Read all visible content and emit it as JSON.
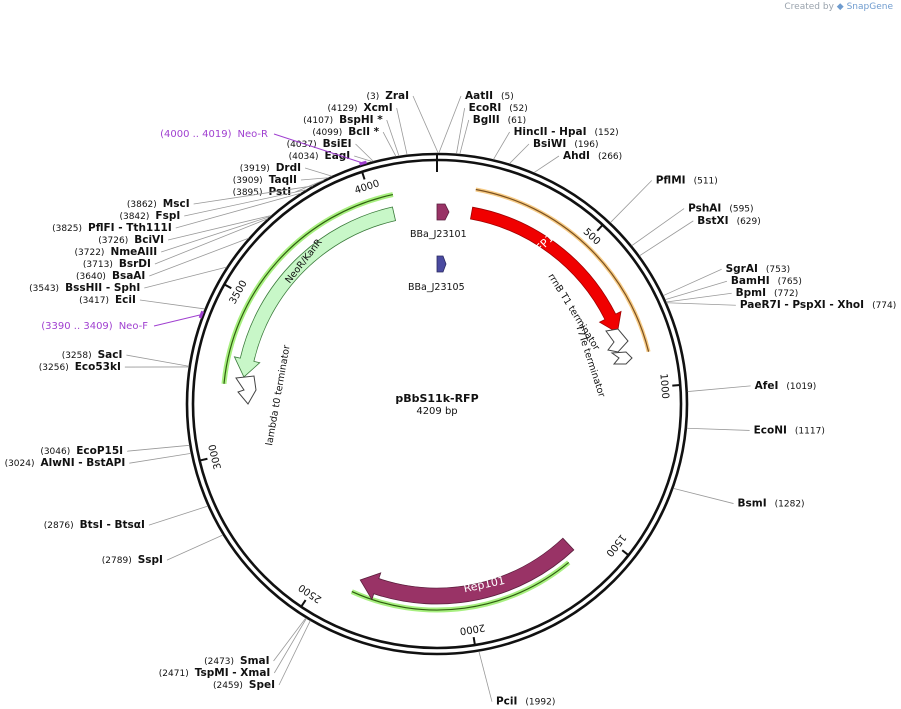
{
  "branding": {
    "created_by": "Created by",
    "app": "SnapGene"
  },
  "plasmid": {
    "name": "pBbS11k-RFP",
    "length_text": "4209 bp",
    "length_bp": 4209
  },
  "colors": {
    "mRFP1": "#f00000",
    "Rep101": "#993366",
    "NeoR": "#c8f7c8",
    "primer": "#a040d0",
    "BBa_J23101": "#993366",
    "BBa_J23105": "#4a4aa0",
    "orf_outline": "#f0a020"
  },
  "ticks": [
    {
      "bp": 500,
      "label": "500"
    },
    {
      "bp": 1000,
      "label": "1000"
    },
    {
      "bp": 1500,
      "label": "1500"
    },
    {
      "bp": 2000,
      "label": "2000"
    },
    {
      "bp": 2500,
      "label": "2500"
    },
    {
      "bp": 3000,
      "label": "3000"
    },
    {
      "bp": 3500,
      "label": "3500"
    },
    {
      "bp": 4000,
      "label": "4000"
    }
  ],
  "sites": [
    {
      "bp": 3,
      "text": "ZraI",
      "pos": "(3)",
      "side": "L"
    },
    {
      "bp": 5,
      "text": "AatII",
      "pos": "(5)",
      "side": "R"
    },
    {
      "bp": 52,
      "text": "EcoRI",
      "pos": "(52)",
      "side": "R"
    },
    {
      "bp": 61,
      "text": "BglII",
      "pos": "(61)",
      "side": "R"
    },
    {
      "bp": 152,
      "text": "HincII  - HpaI",
      "pos": "(152)",
      "side": "R"
    },
    {
      "bp": 196,
      "text": "BsiWI",
      "pos": "(196)",
      "side": "R"
    },
    {
      "bp": 266,
      "text": "AhdI",
      "pos": "(266)",
      "side": "R"
    },
    {
      "bp": 511,
      "text": "PflMI",
      "pos": "(511)",
      "side": "R"
    },
    {
      "bp": 595,
      "text": "PshAI",
      "pos": "(595)",
      "side": "R"
    },
    {
      "bp": 629,
      "text": "BstXI",
      "pos": "(629)",
      "side": "R"
    },
    {
      "bp": 753,
      "text": "SgrAI",
      "pos": "(753)",
      "side": "R"
    },
    {
      "bp": 765,
      "text": "BamHI",
      "pos": "(765)",
      "side": "R"
    },
    {
      "bp": 772,
      "text": "BpmI",
      "pos": "(772)",
      "side": "R"
    },
    {
      "bp": 774,
      "text": "PaeR7I  - PspXI  - XhoI",
      "pos": "(774)",
      "side": "R"
    },
    {
      "bp": 1019,
      "text": "AfeI",
      "pos": "(1019)",
      "side": "R"
    },
    {
      "bp": 1117,
      "text": "EcoNI",
      "pos": "(1117)",
      "side": "R"
    },
    {
      "bp": 1282,
      "text": "BsmI",
      "pos": "(1282)",
      "side": "R"
    },
    {
      "bp": 1992,
      "text": "PciI",
      "pos": "(1992)",
      "side": "R"
    },
    {
      "bp": 2459,
      "text": "SpeI",
      "pos": "(2459)",
      "side": "L"
    },
    {
      "bp": 2471,
      "text": "TspMI  - XmaI",
      "pos": "(2471)",
      "side": "L"
    },
    {
      "bp": 2473,
      "text": "SmaI",
      "pos": "(2473)",
      "side": "L"
    },
    {
      "bp": 2789,
      "text": "SspI",
      "pos": "(2789)",
      "side": "L"
    },
    {
      "bp": 2876,
      "text": "BtsI  - BtsαI",
      "pos": "(2876)",
      "side": "L"
    },
    {
      "bp": 3024,
      "text": "AlwNI  - BstAPI",
      "pos": "(3024)",
      "side": "L"
    },
    {
      "bp": 3046,
      "text": "EcoP15I",
      "pos": "(3046)",
      "side": "L"
    },
    {
      "bp": 3256,
      "text": "Eco53kI",
      "pos": "(3256)",
      "side": "L"
    },
    {
      "bp": 3258,
      "text": "SacI",
      "pos": "(3258)",
      "side": "L"
    },
    {
      "bp": 3417,
      "text": "EciI",
      "pos": "(3417)",
      "side": "L"
    },
    {
      "bp": 3543,
      "text": "BssHII  - SphI",
      "pos": "(3543)",
      "side": "L"
    },
    {
      "bp": 3640,
      "text": "BsaAI",
      "pos": "(3640)",
      "side": "L"
    },
    {
      "bp": 3713,
      "text": "BsrDI",
      "pos": "(3713)",
      "side": "L"
    },
    {
      "bp": 3722,
      "text": "NmeAIII",
      "pos": "(3722)",
      "side": "L"
    },
    {
      "bp": 3726,
      "text": "BciVI",
      "pos": "(3726)",
      "side": "L"
    },
    {
      "bp": 3825,
      "text": "PflFI  - Tth111I",
      "pos": "(3825)",
      "side": "L"
    },
    {
      "bp": 3842,
      "text": "FspI",
      "pos": "(3842)",
      "side": "L"
    },
    {
      "bp": 3862,
      "text": "MscI",
      "pos": "(3862)",
      "side": "L"
    },
    {
      "bp": 3895,
      "text": "PstI",
      "pos": "(3895)",
      "side": "L"
    },
    {
      "bp": 3909,
      "text": "TaqII",
      "pos": "(3909)",
      "side": "L"
    },
    {
      "bp": 3919,
      "text": "DrdI",
      "pos": "(3919)",
      "side": "L"
    },
    {
      "bp": 4034,
      "text": "EagI",
      "pos": "(4034)",
      "side": "L"
    },
    {
      "bp": 4037,
      "text": "BsiEI",
      "pos": "(4037)",
      "side": "L"
    },
    {
      "bp": 4099,
      "text": "BclI *",
      "pos": "(4099)",
      "side": "L"
    },
    {
      "bp": 4107,
      "text": "BspHI *",
      "pos": "(4107)",
      "side": "L"
    },
    {
      "bp": 4129,
      "text": "XcmI",
      "pos": "(4129)",
      "side": "L"
    }
  ],
  "primers": [
    {
      "name": "Neo-R",
      "range": "(4000 .. 4019)",
      "start": 4000,
      "end": 4019
    },
    {
      "name": "Neo-F",
      "range": "(3390 .. 3409)",
      "start": 3390,
      "end": 3409
    }
  ],
  "features": [
    {
      "id": "mRFP1",
      "label": "mRFP1",
      "start": 120,
      "end": 800,
      "direction": "cw"
    },
    {
      "id": "Rep101",
      "label": "Rep101",
      "start": 1600,
      "end": 2380,
      "direction": "cw"
    },
    {
      "id": "NeoR",
      "label": "NeoR/KanR",
      "start": 3250,
      "end": 4060,
      "direction": "ccw"
    },
    {
      "id": "BBa_J23101",
      "label": "BBa_J23101",
      "bp": 10
    },
    {
      "id": "BBa_J23105",
      "label": "BBa_J23105"
    },
    {
      "id": "rrnB",
      "label": "rrnB T1 terminator"
    },
    {
      "id": "T7Te",
      "label": "T7Te terminator"
    },
    {
      "id": "lambda",
      "label": "lambda t0 terminator"
    }
  ]
}
